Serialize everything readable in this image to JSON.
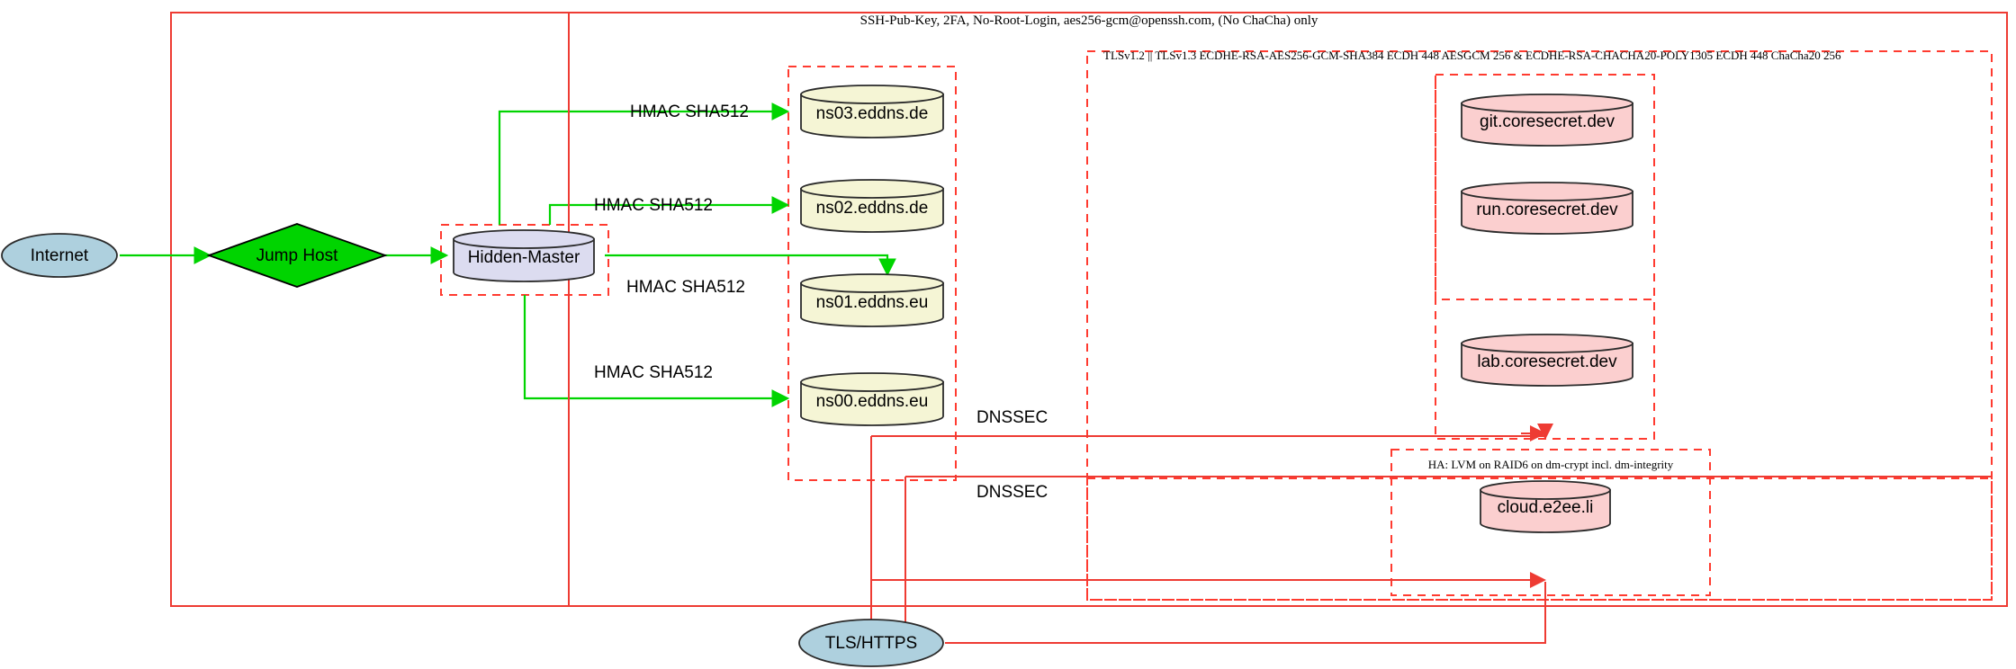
{
  "diagram": {
    "title_top": "SSH-Pub-Key, 2FA, No-Root-Login, aes256-gcm@openssh.com, (No ChaCha) only",
    "title_tls": "TLSv1.2 || TLSv1.3 ECDHE-RSA-AES256-GCM-SHA384 ECDH 448 AESGCM 256 & ECDHE-RSA-CHACHA20-POLY1305 ECDH 448 ChaCha20 256",
    "title_ha": "HA: LVM on RAID6 on dm-crypt incl. dm-integrity"
  },
  "nodes": {
    "internet": "Internet",
    "jump_host": "Jump Host",
    "hidden_master": "Hidden-Master",
    "tls_https": "TLS/HTTPS",
    "ns03": "ns03.eddns.de",
    "ns02": "ns02.eddns.de",
    "ns01": "ns01.eddns.eu",
    "ns00": "ns00.eddns.eu",
    "git": "git.coresecret.dev",
    "run": "run.coresecret.dev",
    "lab": "lab.coresecret.dev",
    "cloud": "cloud.e2ee.li"
  },
  "edge_labels": {
    "hmac_ns03": "HMAC SHA512",
    "hmac_ns02": "HMAC SHA512",
    "hmac_ns01": "HMAC SHA512",
    "hmac_ns00": "HMAC SHA512",
    "dnssec_1": "DNSSEC",
    "dnssec_2": "DNSSEC"
  },
  "colors": {
    "boundary": "#ee3b33",
    "dashed_boundary": "#ff3b30",
    "green_edge": "#00d400",
    "jump_host_fill": "#00d400",
    "ellipse_fill": "#aed0de",
    "master_fill": "#dcdcf0",
    "dns_fill": "#f5f5d5",
    "app_fill": "#fbcfcf"
  }
}
